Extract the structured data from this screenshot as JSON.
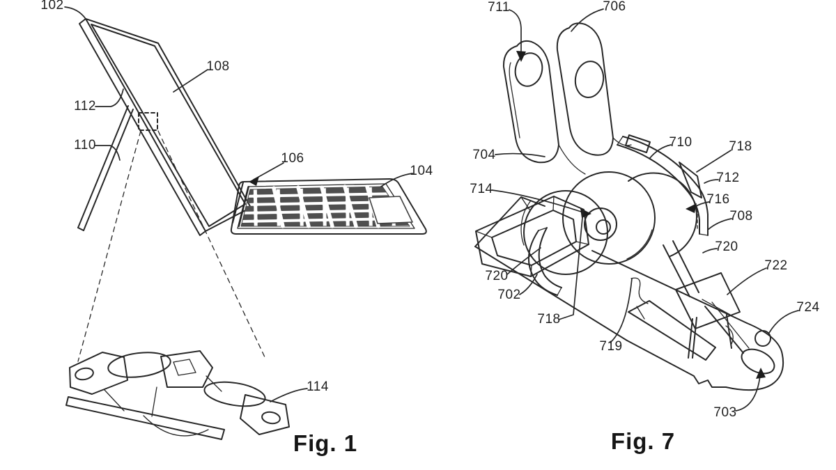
{
  "sheet": {
    "type": "patent-drawing",
    "colors": {
      "ink": "#262626",
      "background": "#ffffff",
      "key_fill": "#4f4f4f"
    }
  },
  "figure1": {
    "caption": "Fig. 1",
    "labels": {
      "l102": "102",
      "l108": "108",
      "l112": "112",
      "l110": "110",
      "l106": "106",
      "l104": "104",
      "l114": "114"
    }
  },
  "figure7": {
    "caption": "Fig. 7",
    "labels": {
      "l711": "711",
      "l706": "706",
      "l704": "704",
      "l714": "714",
      "l710": "710",
      "l718a": "718",
      "l712": "712",
      "l716": "716",
      "l708": "708",
      "l720a": "720",
      "l722": "722",
      "l724": "724",
      "l720b": "720",
      "l702": "702",
      "l718b": "718",
      "l719": "719",
      "l703": "703"
    }
  }
}
